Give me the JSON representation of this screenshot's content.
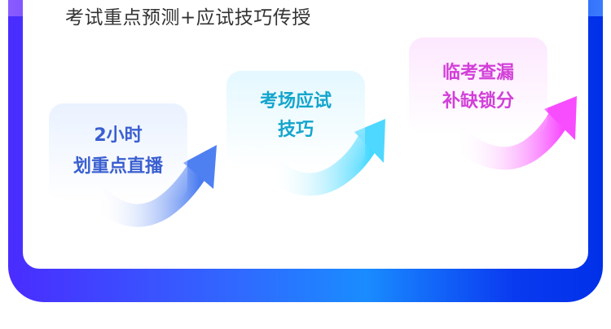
{
  "header": {
    "title": "考试重点预测+应试技巧传授"
  },
  "steps": [
    {
      "line1": "2小时",
      "line2": "划重点直播",
      "color": "#3a5fd0"
    },
    {
      "line1": "考场应试",
      "line2": "技巧",
      "color": "#14a5cc"
    },
    {
      "line1": "临考查漏",
      "line2": "补缺锁分",
      "color": "#d23fd8"
    }
  ]
}
